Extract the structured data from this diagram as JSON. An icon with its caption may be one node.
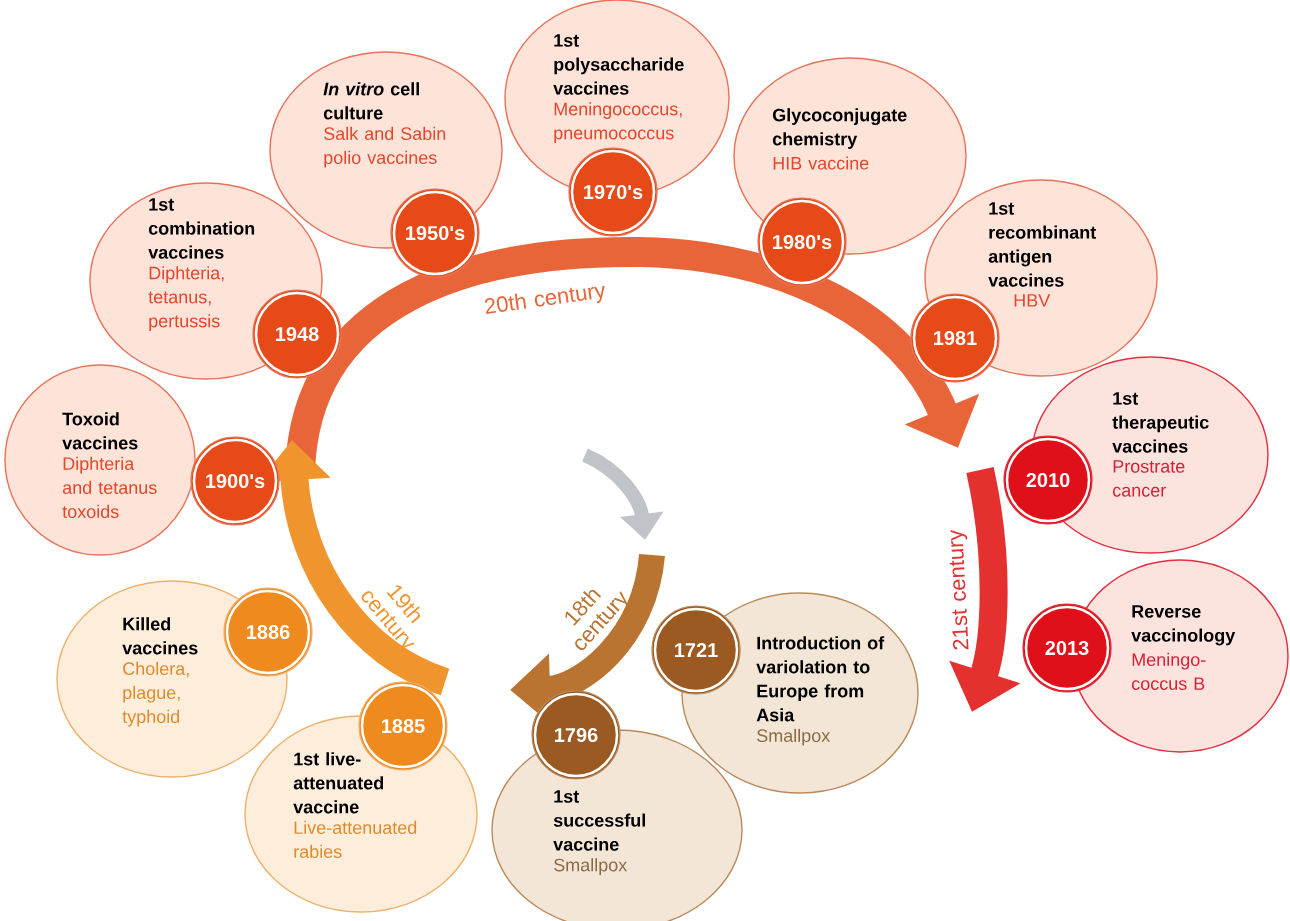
{
  "diagram": {
    "nodes": [
      {
        "text": [
          "Introduction of variolation to Europe from Asia",
          "Smallpox"
        ]
      },
      {
        "text": [
          "1721"
        ]
      },
      {
        "text": [
          "1st successful vaccine",
          "Smallpox"
        ]
      },
      {
        "text": [
          "1796"
        ]
      },
      {
        "text": [
          "1st live-attenuated vaccine",
          "Live-attenuated rabies"
        ]
      },
      {
        "text": [
          "1885"
        ]
      },
      {
        "text": [
          "Killed vaccines",
          "Cholera, plague, typhoid"
        ]
      },
      {
        "text": [
          "1886"
        ]
      },
      {
        "text": [
          "Toxoid vaccines",
          "Diphteria and tetanus toxoids"
        ]
      },
      {
        "text": [
          "1900's"
        ]
      },
      {
        "text": [
          "1st combination vaccines",
          "Diphteria, tetanus, pertussis"
        ]
      },
      {
        "text": [
          "1948"
        ]
      },
      {
        "text": [
          "*In vitro* cell culture",
          "Salk and Sabin polio vaccines"
        ]
      },
      {
        "text": [
          "1950's"
        ]
      },
      {
        "text": [
          "1st polysaccharide vaccines",
          "Meningococcus, pneumococcus"
        ]
      },
      {
        "text": [
          "1970's"
        ]
      },
      {
        "text": [
          "Glycoconjugate chemistry",
          "HIB vaccine"
        ]
      },
      {
        "text": [
          "1980's"
        ]
      },
      {
        "text": [
          "1st recombinant antigen vaccines",
          "HBV"
        ]
      },
      {
        "text": [
          "1981"
        ]
      },
      {
        "text": [
          "1st therapeutic vaccines",
          "Prostrate cancer"
        ]
      },
      {
        "text": [
          "2010"
        ]
      },
      {
        "text": [
          "Reverse vaccinology",
          "Meningo-coccus B"
        ]
      },
      {
        "text": [
          "2013"
        ]
      }
    ],
    "labels": [
      "20th century",
      "21st century",
      "19th century",
      "18th century"
    ]
  }
}
